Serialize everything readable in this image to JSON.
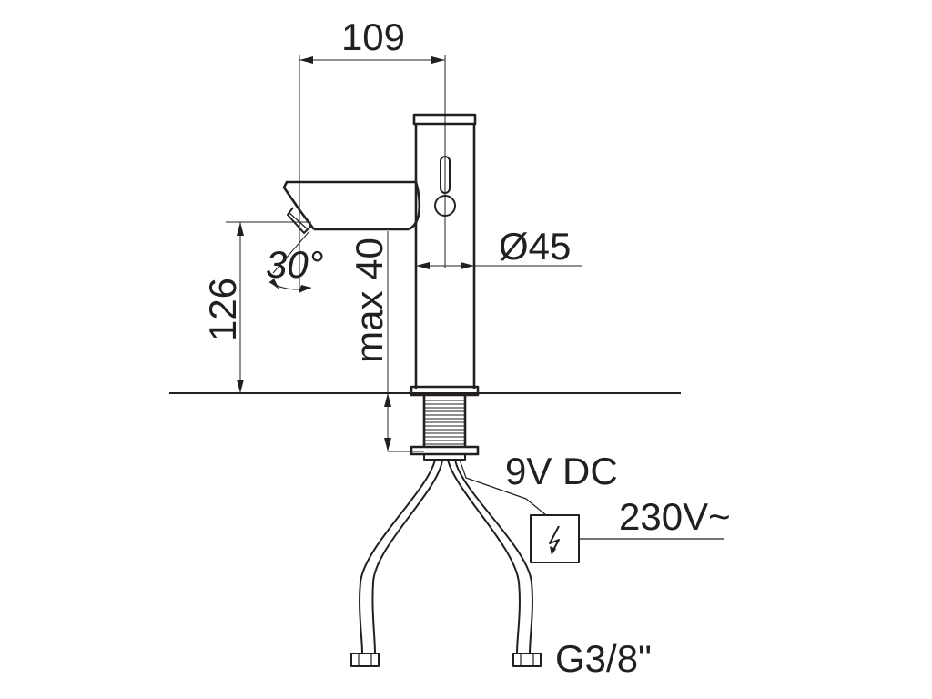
{
  "dimensions": {
    "spout_reach": "109",
    "diameter": "Ø45",
    "height": "126",
    "spout_angle": "30°",
    "max_thickness": "max 40"
  },
  "connections": {
    "sensor_voltage": "9V DC",
    "mains_voltage": "230V~",
    "thread": "G3/8\""
  },
  "icons": {
    "power_supply": "lightning-icon"
  }
}
